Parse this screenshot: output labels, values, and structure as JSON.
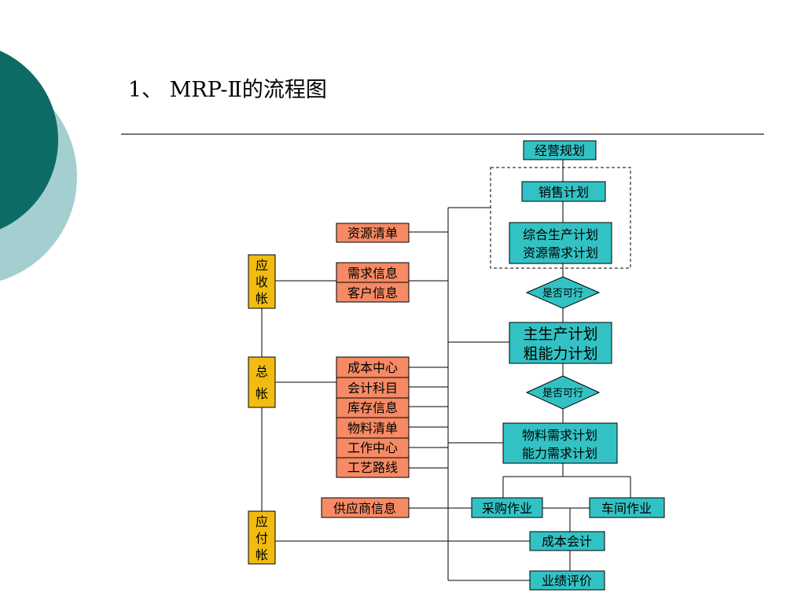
{
  "title": "1、 MRP-Ⅱ的流程图",
  "colors": {
    "accent_dark": "#0d6b66",
    "accent_light": "#a4cfd0",
    "process": "#33c2c4",
    "resource": "#f58a64",
    "account": "#f0bc12"
  },
  "diagram": {
    "process": {
      "jyh": "经营规划",
      "xsjh": [
        "销售计划"
      ],
      "zhsc": [
        "综合生产计划",
        "资源需求计划"
      ],
      "zsc": [
        "主生产计划",
        "粗能力计划"
      ],
      "wlxq": [
        "物料需求计划",
        "能力需求计划"
      ],
      "cgzy": [
        "采购作业"
      ],
      "cjzy": [
        "车间作业"
      ],
      "cbkj": [
        "成本会计"
      ],
      "yjpj": [
        "业绩评价"
      ]
    },
    "decisions": [
      "是否可行",
      "是否可行"
    ],
    "resources": {
      "zyqd": "资源清单",
      "xqxx": "需求信息",
      "khxx": "客户信息",
      "cbzx": "成本中心",
      "kjkm": "会计科目",
      "kcxx": "库存信息",
      "wlqd": "物料清单",
      "gzzx": "工作中心",
      "gylx": "工艺路线",
      "gysxx": "供应商信息"
    },
    "accounts": {
      "ysz": [
        "应",
        "收",
        "帐"
      ],
      "zz": [
        "总",
        "帐"
      ],
      "yfz": [
        "应",
        "付",
        "帐"
      ]
    }
  }
}
